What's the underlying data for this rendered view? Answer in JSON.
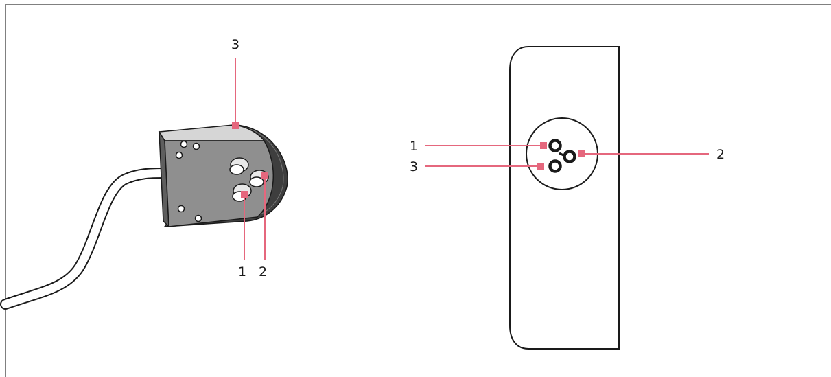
{
  "left_view": {
    "callouts": [
      {
        "number": "3"
      },
      {
        "number": "1"
      },
      {
        "number": "2"
      }
    ]
  },
  "right_view": {
    "callouts": [
      {
        "number": "1"
      },
      {
        "number": "3"
      },
      {
        "number": "2"
      }
    ]
  },
  "colors": {
    "callout_accent": "#e5677d",
    "outline": "#1a1a1a",
    "frame": "#000000",
    "device_face": "#8f8f8f",
    "device_top": "#d6d6d6",
    "device_side": "#5e5e5e"
  }
}
